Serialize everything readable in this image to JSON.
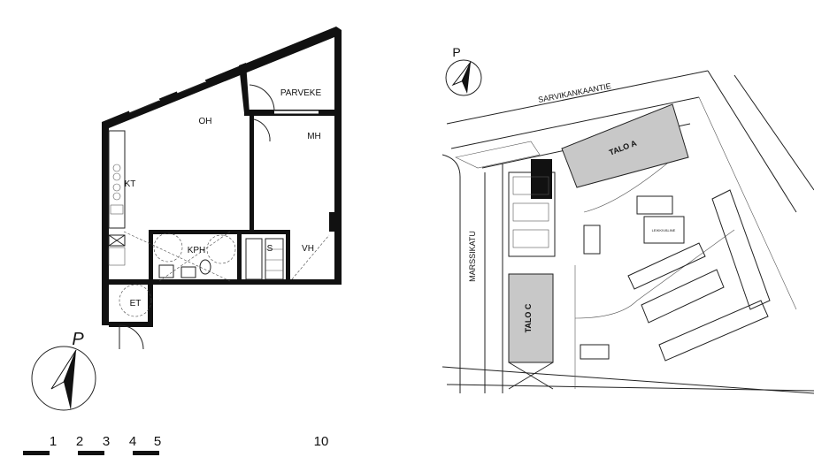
{
  "floorplan": {
    "rooms": {
      "oh": "OH",
      "kt": "KT",
      "mh": "MH",
      "parveke": "PARVEKE",
      "kph": "KPH",
      "s": "S",
      "vh": "VH",
      "et": "ET"
    },
    "north_label": "P"
  },
  "siteplan": {
    "north_label": "P",
    "street_top": "SARVIKANKAANTIE",
    "street_left": "MARSSIKATU",
    "building_a": "TALO A",
    "building_c": "TALO C",
    "small_label": "LEIKKIVÄLINE"
  },
  "scale": {
    "ticks": [
      "1",
      "2",
      "3",
      "4",
      "5",
      "10"
    ]
  },
  "colors": {
    "building_fill": "#c8c8c8",
    "wall": "#111111"
  }
}
